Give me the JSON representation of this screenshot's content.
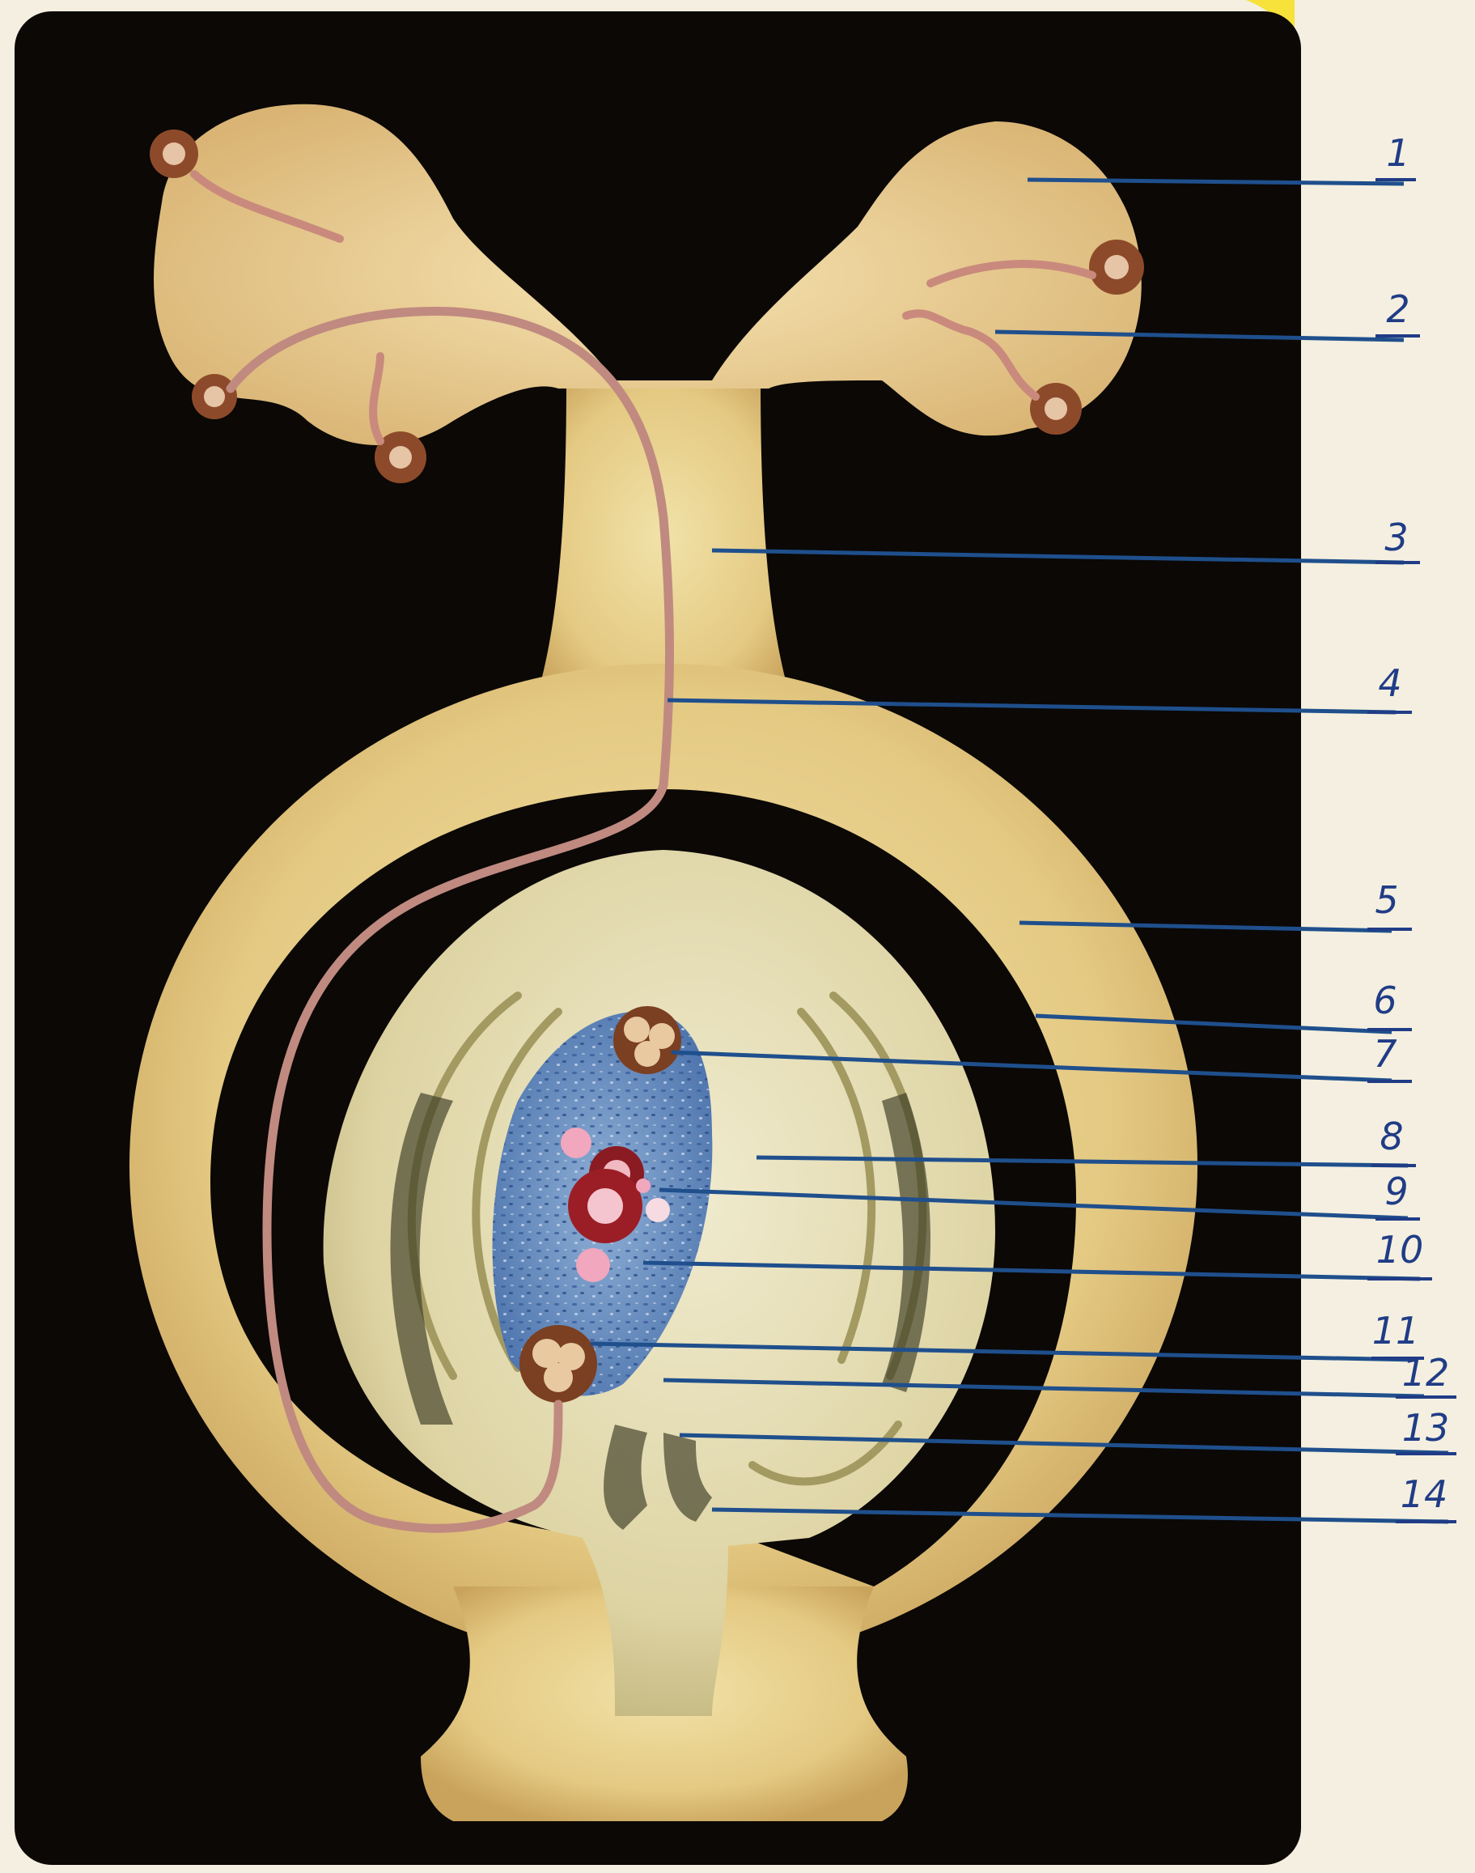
{
  "figure": {
    "panel_color": "#0b0806",
    "tissue_color": "#e6cf8c",
    "nucellus_color": "#e5ddb0",
    "embryo_sac_color": "#6a8fc0",
    "pollen_tube_color": "#c08a80",
    "leader_color": "#1f4f8c",
    "label_color": "#203c86",
    "page_color": "#f4efe0",
    "corner_tab_color": "#f6e23a"
  },
  "labels": [
    {
      "id": "1",
      "text": "1"
    },
    {
      "id": "2",
      "text": "2"
    },
    {
      "id": "3",
      "text": "3"
    },
    {
      "id": "4",
      "text": "4"
    },
    {
      "id": "5",
      "text": "5"
    },
    {
      "id": "6",
      "text": "6"
    },
    {
      "id": "7",
      "text": "7"
    },
    {
      "id": "8",
      "text": "8"
    },
    {
      "id": "9",
      "text": "9"
    },
    {
      "id": "10",
      "text": "10"
    },
    {
      "id": "11",
      "text": "11"
    },
    {
      "id": "12",
      "text": "12"
    },
    {
      "id": "13",
      "text": "13"
    },
    {
      "id": "14",
      "text": "14"
    }
  ]
}
